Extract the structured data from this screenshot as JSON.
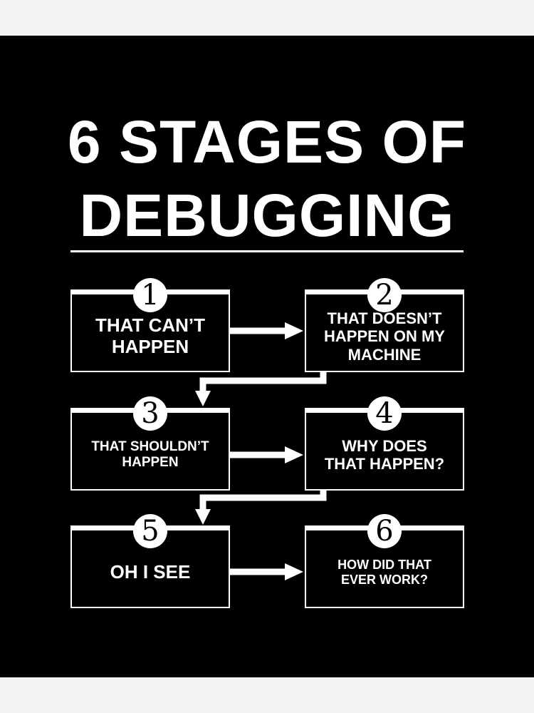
{
  "title": {
    "line1": "6 STAGES OF",
    "line2": "DEBUGGING"
  },
  "stages": [
    {
      "number": "1",
      "label": "THAT CAN’T\nHAPPEN"
    },
    {
      "number": "2",
      "label": "THAT DOESN’T\nHAPPEN ON MY\nMACHINE"
    },
    {
      "number": "3",
      "label": "THAT SHOULDN’T\nHAPPEN"
    },
    {
      "number": "4",
      "label": "WHY DOES\nTHAT HAPPEN?"
    },
    {
      "number": "5",
      "label": "OH I SEE"
    },
    {
      "number": "6",
      "label": "HOW DID THAT\nEVER WORK?"
    }
  ],
  "colors": {
    "poster_background": "#000000",
    "foreground": "#ffffff",
    "page_background": "#f2f2f2"
  }
}
